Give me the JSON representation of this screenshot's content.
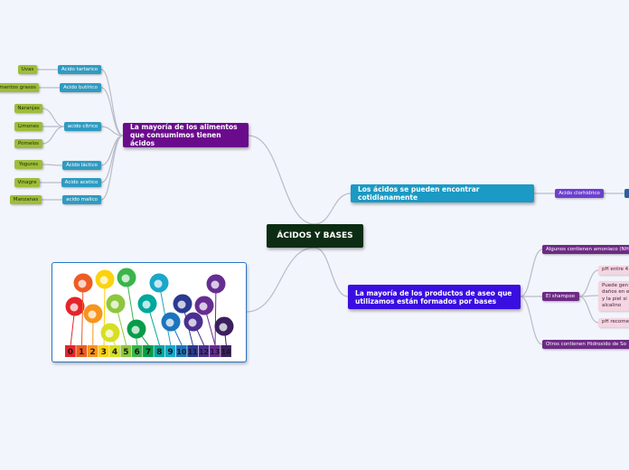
{
  "root": {
    "label": "ÁCIDOS Y BASES"
  },
  "branches": {
    "alimentos": {
      "label": "La mayoría de los alimentos que consumimos tienen ácidos",
      "acids": [
        {
          "label": "Acido tartarico",
          "foods": [
            "Uvas"
          ]
        },
        {
          "label": "Acido butírico",
          "foods": [
            "mentos grasos"
          ]
        },
        {
          "label": "acido cítrico",
          "foods": [
            "Naranjas",
            "Limones",
            "Pomelos"
          ]
        },
        {
          "label": "Ácido láctico",
          "foods": [
            "Yogures"
          ]
        },
        {
          "label": "Acido acetico",
          "foods": [
            "Vinagre"
          ]
        },
        {
          "label": "acido malico",
          "foods": [
            "Manzanas"
          ]
        }
      ]
    },
    "cotidiano": {
      "label": "Los ácidos se pueden encontrar cotidianamente",
      "children": [
        {
          "label": "Acido clorhidrico"
        }
      ]
    },
    "aseo": {
      "label": "La mayoría de los productos de aseo que utilizamos están formados por bases",
      "children": [
        {
          "label": "Algunos contienen amoniaco (NH"
        },
        {
          "label": "El shampoo",
          "children": [
            {
              "label": "pH entre 4"
            },
            {
              "label": "Puede gen daños en e y la piel si alcalino"
            },
            {
              "label": "pH recome"
            }
          ]
        },
        {
          "label": "Otros contienen Hidroxido de So"
        }
      ]
    }
  },
  "ph_image": {
    "scale": [
      "0",
      "1",
      "2",
      "3",
      "4",
      "5",
      "6",
      "7",
      "8",
      "9",
      "10",
      "11",
      "12",
      "13",
      "14"
    ],
    "colors": [
      "#e4242b",
      "#ef5b24",
      "#f7941d",
      "#fcd20e",
      "#d6df23",
      "#8dc63f",
      "#3ab54a",
      "#079d48",
      "#00a79d",
      "#1aa7c9",
      "#1c75bc",
      "#2b3990",
      "#4a2f90",
      "#662d91",
      "#3b1f5f"
    ]
  }
}
